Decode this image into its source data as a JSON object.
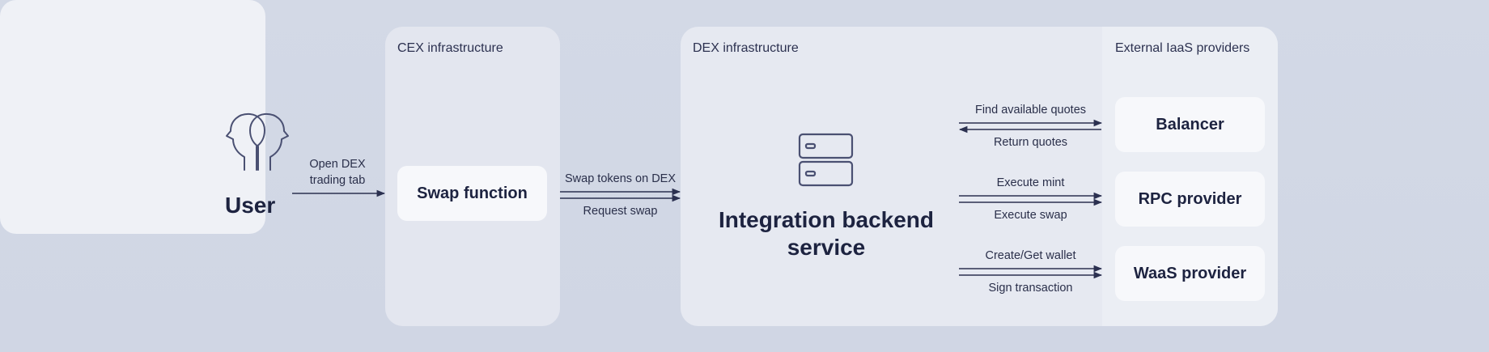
{
  "user": {
    "label": "User"
  },
  "edges": {
    "open_dex": {
      "line1": "Open DEX",
      "line2": "trading tab"
    },
    "swap_tokens": "Swap tokens on DEX",
    "request_swap": "Request swap",
    "find_quotes": "Find available quotes",
    "return_quotes": "Return quotes",
    "execute_mint": "Execute mint",
    "execute_swap": "Execute swap",
    "create_wallet": "Create/Get wallet",
    "sign_transaction": "Sign transaction"
  },
  "cex": {
    "label": "CEX infrastructure",
    "swap_function": "Swap function"
  },
  "dex": {
    "label": "DEX infrastructure",
    "backend_line1": "Integration backend",
    "backend_line2": "service"
  },
  "external": {
    "label": "External IaaS providers",
    "balancer": "Balancer",
    "rpc": "RPC provider",
    "waas": "WaaS provider"
  },
  "colors": {
    "line": "#2b3050",
    "icon": "#4a5072"
  }
}
